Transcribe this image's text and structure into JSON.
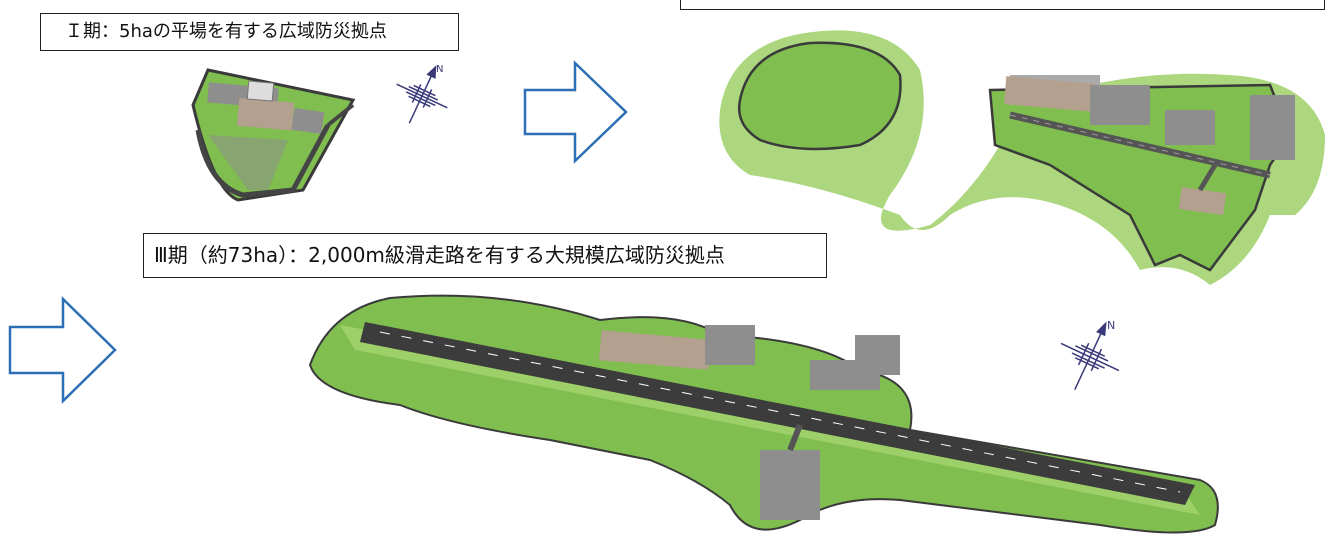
{
  "labels": {
    "phase1": "Ｉ期：5haの平場を有する広域防災拠点",
    "phase3": "Ⅲ期（約73ha）：2,000m級滑走路を有する大規模広域防災拠点"
  },
  "compass": {
    "north_letter": "N"
  },
  "colors": {
    "grass": "#7fbe4f",
    "grass_light": "#9ed069",
    "grass_dark": "#5d9e3a",
    "outline": "#3a3a3a",
    "apron": "#b3a08e",
    "building": "#8e8e8e",
    "arrow": "#2c6fb5",
    "compass": "#3a3a7a"
  },
  "icons": [
    "arrow-right-icon",
    "compass-north-icon"
  ]
}
